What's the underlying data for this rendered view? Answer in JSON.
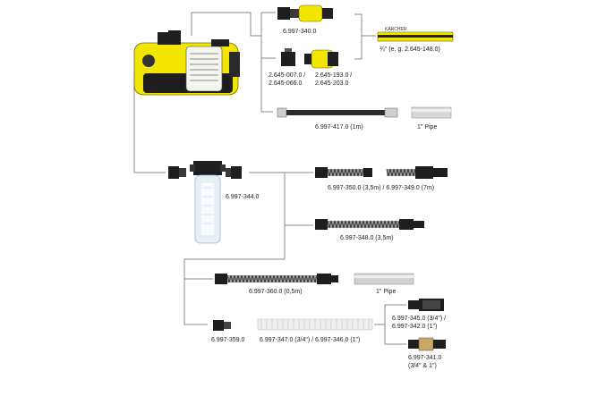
{
  "labels": {
    "connector_340": "6.997-340.0",
    "hose_34": "¾\" (e. g. 2.645-148.0)",
    "adapter_left": "2.645-007.0 /\n2.645-066.0",
    "adapter_right": "2.645-193.0 /\n2.645-203.0",
    "hose_417": "6.997-417.0 (1m)",
    "pipe_top": "1\" Pipe",
    "filter_344": "6.997-344.0",
    "suction_350_349": "6.997-350.0 (3,5m) / 6.997-349.0 (7m)",
    "suction_348": "6.997-348.0 (3,5m)",
    "hose_360": "6.997-360.0 (0,5m)",
    "pipe_mid": "1\" Pipe",
    "valve_359": "6.997-359.0",
    "hose_347_346": "6.997-347.0 (3/4\") / 6.997-346.0 (1\")",
    "strainer_345_342": "6.997-345.0 (3/4\") /\n6.997-342.0 (1\")",
    "strainer_341": "6.997-341.0\n(3/4\" & 1\")"
  },
  "hose_print": "KÄRCHER",
  "colors": {
    "brand_yellow": "#f2e600",
    "line_gray": "#8a8a8a",
    "hose_black": "#1a1a1a",
    "pipe_silver": "#c8c8c8"
  }
}
